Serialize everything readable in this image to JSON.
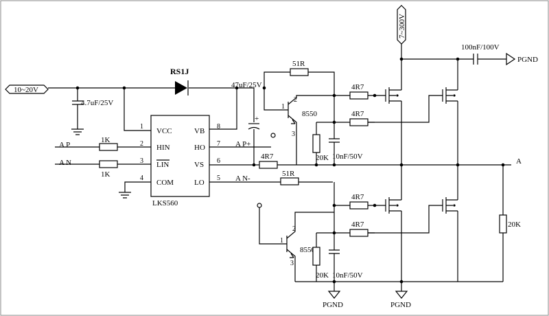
{
  "inputs": {
    "supply": "10~20V",
    "hv_supply": "7~300V"
  },
  "ic": {
    "part": "LKS560",
    "left_pins": [
      {
        "num": "1",
        "name": "VCC"
      },
      {
        "num": "2",
        "name": "HIN"
      },
      {
        "num": "3",
        "name": "LIN"
      },
      {
        "num": "4",
        "name": "COM"
      }
    ],
    "right_pins": [
      {
        "num": "8",
        "name": "VB"
      },
      {
        "num": "7",
        "name": "HO"
      },
      {
        "num": "6",
        "name": "VS"
      },
      {
        "num": "5",
        "name": "LO"
      }
    ]
  },
  "signals": {
    "a_p": "A  P",
    "a_n": "A  N",
    "a_p_out": "A  P+",
    "a_n_out": "A  N-",
    "a_out": "A",
    "pgnd": "PGND"
  },
  "components": {
    "diode": "RS1J",
    "c_supply": "4.7uF/25V",
    "c_boot": "47uF/25V",
    "c_boot_plus": "+",
    "r_in_hi": "1K",
    "r_in_lo": "1K",
    "r_51_hi": "51R",
    "r_51_lo": "51R",
    "r_4r7_vs": "4R7",
    "r_4r7_g1": "4R7",
    "r_4r7_g2": "4R7",
    "r_4r7_g3": "4R7",
    "r_4r7_g4": "4R7",
    "q_hi": "8550",
    "q_lo": "8550",
    "r_20k_hi": "20K",
    "r_20k_lo": "20K",
    "r_20k_out": "20K",
    "c_hi": "10nF/50V",
    "c_lo": "10nF/50V",
    "c_snub": "100nF/100V",
    "q_pin1": "1",
    "q_pin2": "2",
    "q_pin3": "3"
  }
}
